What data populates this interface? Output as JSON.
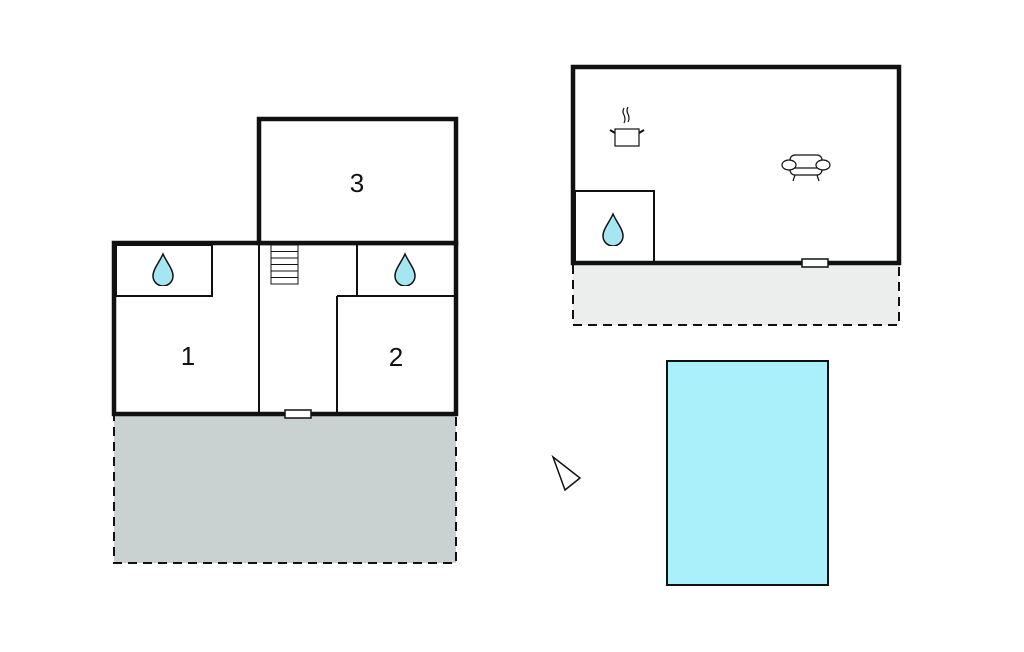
{
  "rooms": {
    "room_1": "1",
    "room_2": "2",
    "room_3": "3"
  },
  "colors": {
    "wall": "#111111",
    "terrace_main": "#c9d1d1",
    "terrace_annex": "#eceeee",
    "pool": "#aaf0fa",
    "water_drop": "#a6e6f2"
  },
  "icons": [
    "water-drop-icon",
    "stairs-icon",
    "door-icon",
    "cooking-pot-icon",
    "sofa-icon",
    "compass-arrow-icon"
  ]
}
